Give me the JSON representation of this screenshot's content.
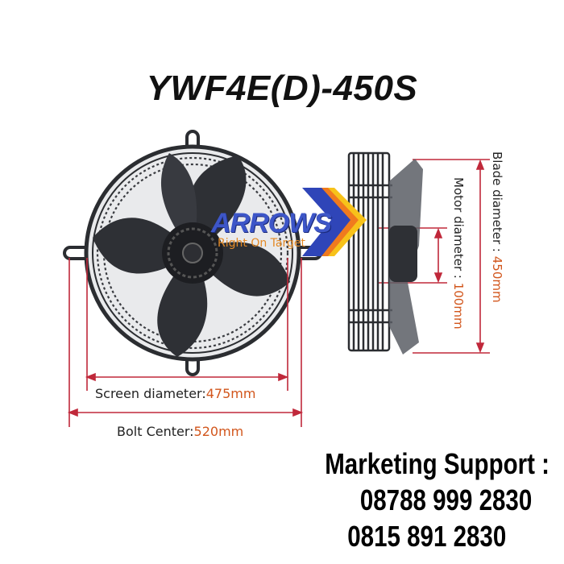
{
  "product": {
    "model_title": "YWF4E(D)-450S"
  },
  "dimensions": {
    "screen_diameter": {
      "label": "Screen diameter:",
      "value": "475mm"
    },
    "bolt_center": {
      "label": "Bolt Center:",
      "value": "520mm"
    },
    "motor_diameter": {
      "label": "Motor diameter : ",
      "value": "100mm"
    },
    "blade_diameter": {
      "label": "Blade diameter : ",
      "value": "450mm"
    }
  },
  "logo": {
    "name": "ARROWS",
    "tagline": "Right On Target"
  },
  "contact": {
    "heading": "Marketing Support :",
    "phones": [
      "08788 999 2830",
      "0815 891 2830"
    ]
  },
  "colors": {
    "dimension_line": "#c0283a",
    "dimension_value": "#d2561c",
    "fan_body": "#2b2d31",
    "logo_blue": "#2f45b8",
    "logo_orange": "#f07a1e",
    "logo_yellow": "#f7c21a",
    "tagline": "#e48a26"
  }
}
